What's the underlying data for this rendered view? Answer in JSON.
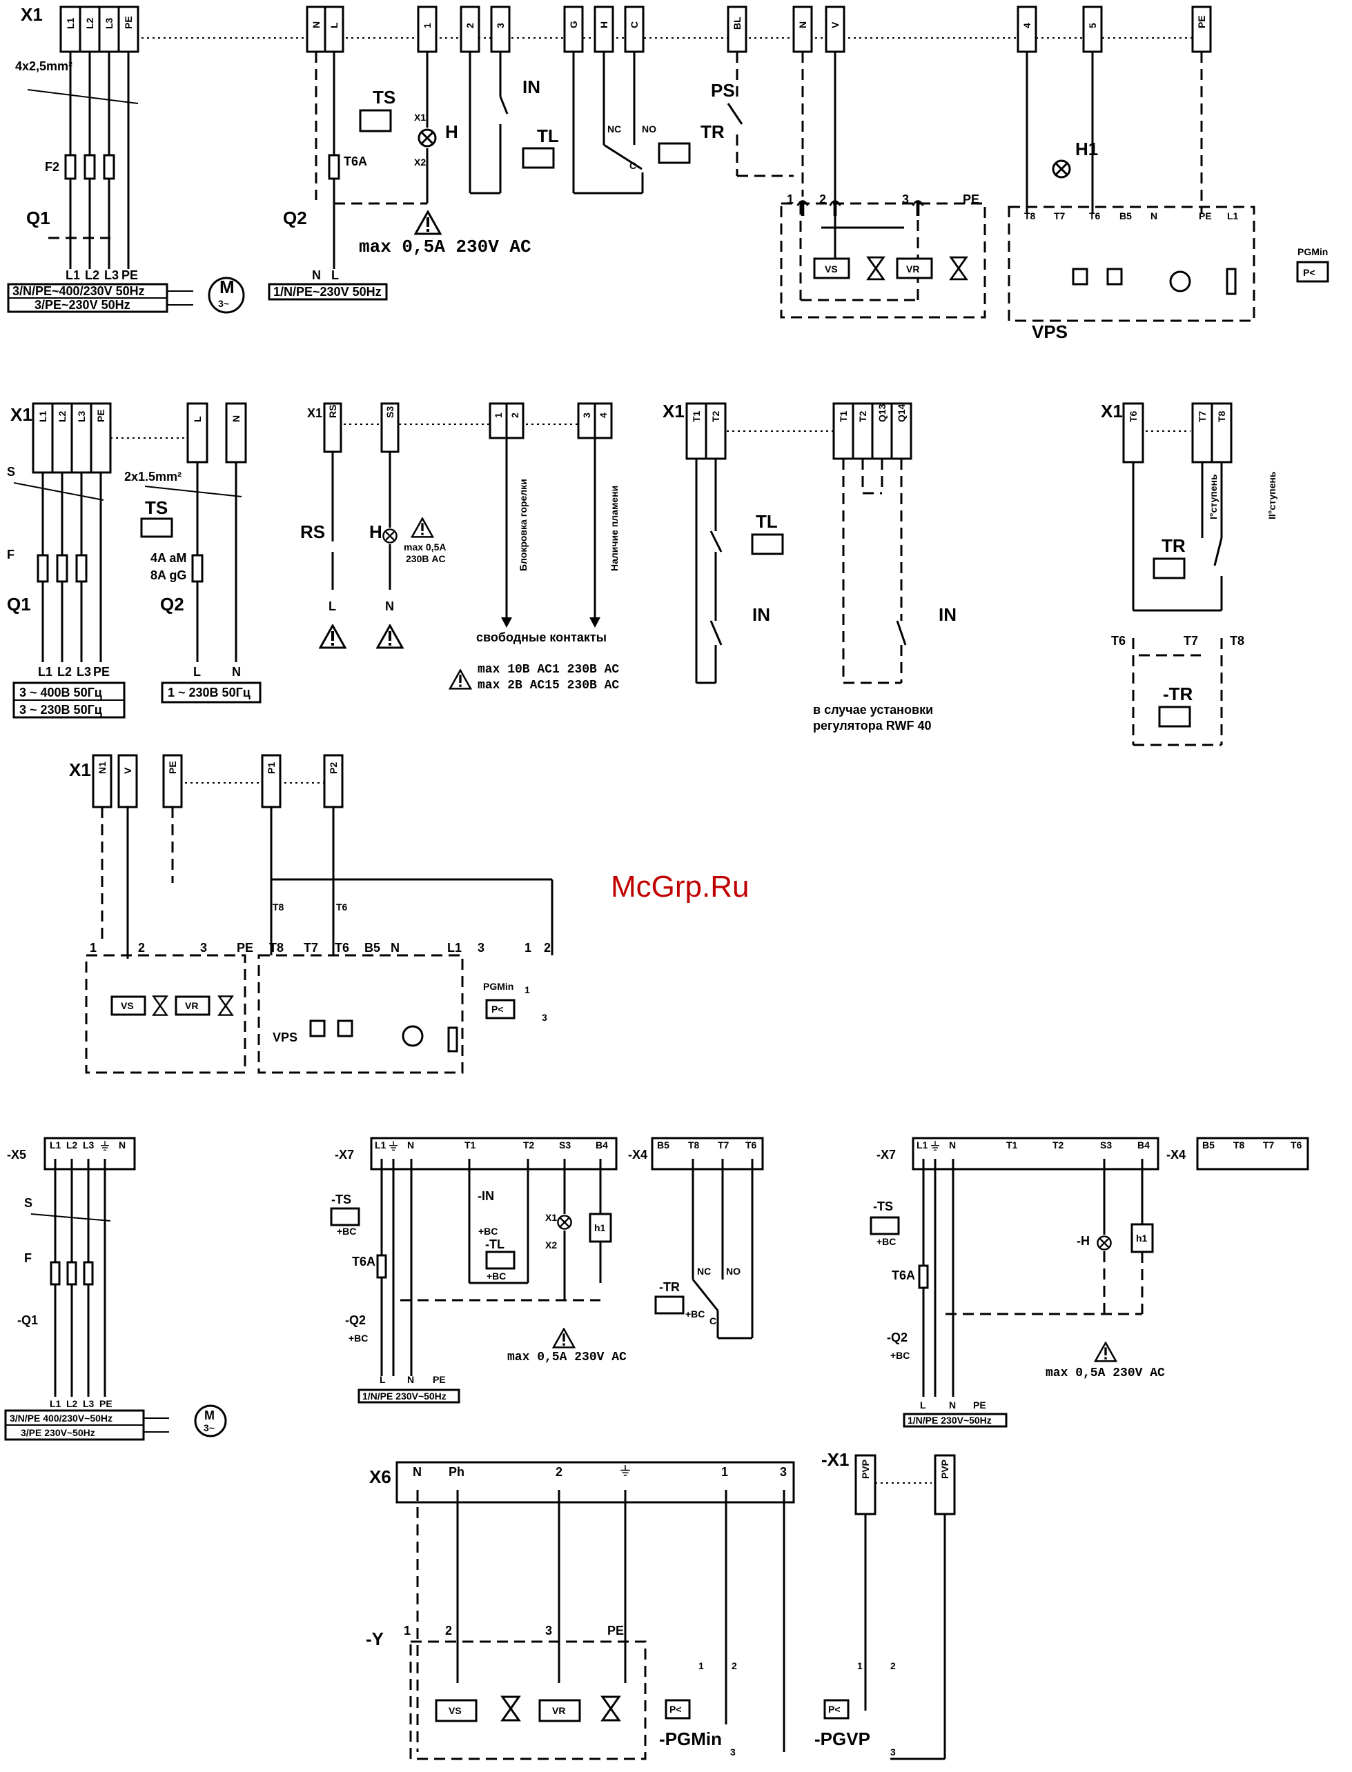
{
  "watermark": "McGrp.Ru",
  "colors": {
    "line": "#000000",
    "watermark": "#c00000",
    "background": "#ffffff"
  },
  "d1": {
    "x1": "X1",
    "terms": [
      "L1",
      "L2",
      "L3",
      "PE",
      "N",
      "L",
      "1",
      "2",
      "3",
      "G",
      "H",
      "C",
      "BL",
      "N",
      "V",
      "4",
      "5",
      "PE"
    ],
    "cable": "4x2,5mm²",
    "f2": "F2",
    "q1": "Q1",
    "q2": "Q2",
    "ts": "TS",
    "t6a": "T6A",
    "h": "H",
    "h_x1": "X1",
    "h_x2": "X2",
    "in": "IN",
    "tl": "TL",
    "tr": "TR",
    "nc": "NC",
    "no": "NO",
    "c": "C",
    "ps": "PS",
    "out_l1": "L1",
    "out_l2": "L2",
    "out_l3": "L3",
    "out_pe": "PE",
    "out_n": "N",
    "out_l": "L",
    "supply1": "3/N/PE~400/230V 50Hz",
    "supply2": "3/PE~230V 50Hz",
    "supply_single": "1/N/PE~230V 50Hz",
    "motor": "M",
    "motor_sub": "3~",
    "warn": "max 0,5A 230V AC",
    "pin1": "1",
    "pin2": "2",
    "pin3": "3",
    "pe": "PE",
    "vs": "VS",
    "vr": "VR",
    "h1": "H1",
    "vps": "VPS",
    "pgmin": "PGMin",
    "pgt": "P<",
    "tt8": "T8",
    "tt7": "T7",
    "tt6": "T6",
    "tb5": "B5",
    "tn": "N",
    "tpe": "PE",
    "tl1": "L1"
  },
  "d2": {
    "x1": "X1",
    "terms": [
      "L1",
      "L2",
      "L3",
      "PE",
      "L",
      "N"
    ],
    "s": "S",
    "f": "F",
    "q1": "Q1",
    "q2": "Q2",
    "cable": "2x1.5mm²",
    "ts": "TS",
    "fuse1": "4A aM",
    "fuse2": "8A gG",
    "out": [
      "L1",
      "L2",
      "L3",
      "PE",
      "L",
      "N"
    ],
    "sup1": "3 ~ 400В 50Гц",
    "sup2": "3 ~ 230В 50Гц",
    "sup3": "1 ~ 230В 50Гц"
  },
  "d3": {
    "x1": "X1",
    "terms": [
      "RS",
      "S3",
      "1",
      "2",
      "3",
      "4"
    ],
    "rs": "RS",
    "h": "H",
    "l": "L",
    "n": "N",
    "warn_small1": "max 0,5A",
    "warn_small2": "230В AC",
    "lock": "Блокровка горелки",
    "flame": "Наличие пламени",
    "free": "свободные контакты",
    "max1": "max 10В AC1 230В AC",
    "max2": "max 2В AC15 230В AC"
  },
  "d4": {
    "x1": "X1",
    "terms": [
      "T1",
      "T2",
      "T1",
      "T2",
      "Q13",
      "Q14"
    ],
    "tl": "TL",
    "in": "IN",
    "in2": "IN",
    "note1": "в случае установки",
    "note2": "регулятора RWF 40"
  },
  "d5": {
    "x1": "X1",
    "terms": [
      "T6",
      "T7",
      "T8"
    ],
    "stage1": "I°ступень",
    "stage2": "II°ступень",
    "tr": "TR",
    "t6": "T6",
    "t7": "T7",
    "t8": "T8",
    "tr2": "-TR"
  },
  "d6": {
    "x1": "X1",
    "terms": [
      "N1",
      "V",
      "PE",
      "P1",
      "P2"
    ],
    "t8": "T8",
    "t6": "T6",
    "pins": [
      "1",
      "2",
      "3",
      "PE",
      "T8",
      "T7",
      "T6",
      "B5",
      "N",
      "L1",
      "3",
      "1",
      "2"
    ],
    "vs": "VS",
    "vr": "VR",
    "vps": "VPS",
    "pgmin": "PGMin",
    "pgt": "P<",
    "p1": "1",
    "p3": "3"
  },
  "d7": {
    "x5": "-X5",
    "terms": [
      "L1",
      "L2",
      "L3",
      "N"
    ],
    "s": "S",
    "f": "F",
    "q1": "-Q1",
    "out": [
      "L1",
      "L2",
      "L3",
      "PE"
    ],
    "sup1": "3/N/PE 400/230V~50Hz",
    "sup2": "3/PE 230V~50Hz",
    "motor": "M",
    "motor_sub": "3~"
  },
  "d8": {
    "x7": "-X7",
    "terms": [
      "L1",
      "N",
      "T1",
      "T2",
      "S3",
      "B4"
    ],
    "x4": "-X4",
    "x4terms": [
      "B5",
      "T8",
      "T7",
      "T6"
    ],
    "ts": "-TS",
    "bc": "+BC",
    "t6a": "T6A",
    "q2": "-Q2",
    "in": "-IN",
    "tl": "-TL",
    "h_x1": "X1",
    "h_x2": "X2",
    "h1": "h1",
    "tr": "-TR",
    "nc": "NC",
    "no": "NO",
    "c": "C",
    "out": [
      "L",
      "N",
      "PE"
    ],
    "sup": "1/N/PE 230V~50Hz",
    "warn": "max 0,5A 230V AC"
  },
  "d9": {
    "x7": "-X7",
    "terms": [
      "L1",
      "N",
      "T1",
      "T2",
      "S3",
      "B4"
    ],
    "x4": "-X4",
    "x4terms": [
      "B5",
      "T8",
      "T7",
      "T6"
    ],
    "ts": "-TS",
    "bc": "+BC",
    "t6a": "T6A",
    "q2": "-Q2",
    "h": "-H",
    "h1": "h1",
    "out": [
      "L",
      "N",
      "PE"
    ],
    "sup": "1/N/PE 230V~50Hz",
    "warn": "max 0,5A 230V AC"
  },
  "d10": {
    "x6": "X6",
    "terms": [
      "N",
      "Ph",
      "2",
      "1",
      "3"
    ],
    "y": "-Y",
    "pins": [
      "1",
      "2",
      "3",
      "PE"
    ],
    "vs": "VS",
    "vr": "VR",
    "pgmin": "-PGMin",
    "pgvp": "-PGVP",
    "pgt": "P<",
    "p1": "1",
    "p2": "2",
    "p3": "3",
    "x1": "-X1",
    "pvp": "PVP"
  }
}
